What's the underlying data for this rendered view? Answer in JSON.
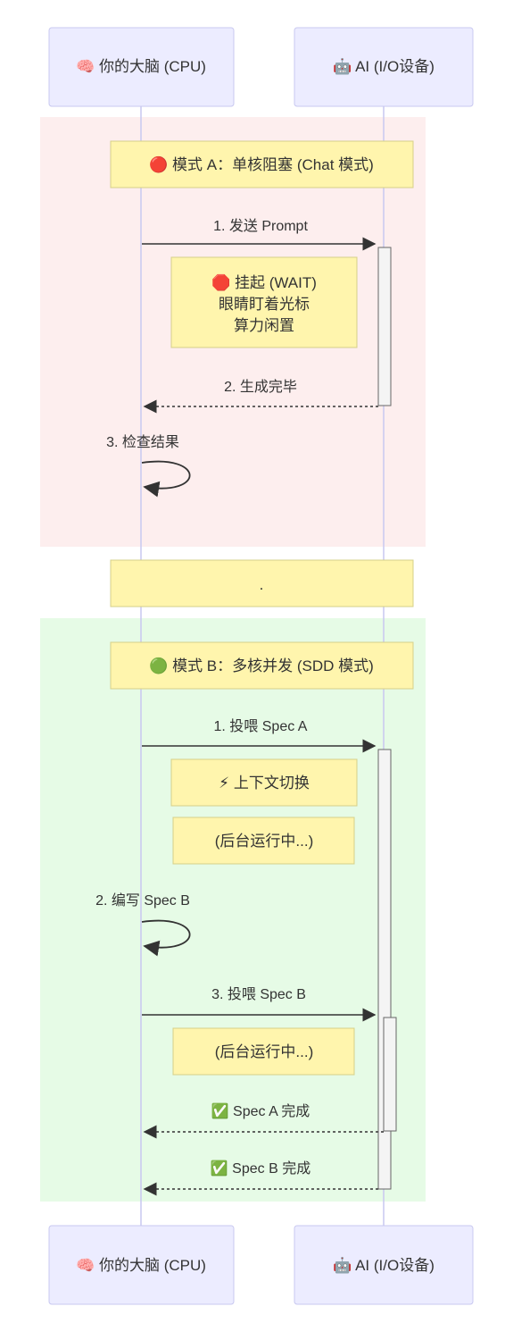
{
  "participants": [
    {
      "label": "🧠 你的大脑 (CPU)"
    },
    {
      "label": "🤖 AI (I/O设备)"
    }
  ],
  "sections": [
    {
      "note": "🔴 模式 A：单核阻塞 (Chat 模式)",
      "messages": [
        {
          "label": "1. 发送 Prompt"
        },
        {
          "label": "2. 生成完毕"
        },
        {
          "label": "3. 检查结果"
        }
      ],
      "wait_note": [
        "🛑 挂起 (WAIT)",
        "眼睛盯着光标",
        "算力闲置"
      ]
    },
    {
      "note": "🟢 模式 B：多核并发 (SDD 模式)",
      "messages": [
        {
          "label": "1. 投喂 Spec A"
        },
        {
          "label": "2. 编写 Spec B"
        },
        {
          "label": "3. 投喂 Spec B"
        },
        {
          "label": "✅ Spec A 完成"
        },
        {
          "label": "✅ Spec B 完成"
        }
      ],
      "notes": [
        "⚡ 上下文切换",
        "(后台运行中...)",
        "(后台运行中...)"
      ]
    }
  ],
  "separator_note": ".",
  "colors": {
    "actor_fill": "#ECECFF",
    "actor_stroke": "#C8C8F0",
    "lifeline": "#C8C8F0",
    "section_a_bg": "#FDEEEE",
    "section_b_bg": "#E6FBE6",
    "note_fill": "#FFF5AD",
    "note_stroke": "#D6D089",
    "arrow": "#333333",
    "activation_fill": "#F4F4F4",
    "activation_stroke": "#666666"
  }
}
